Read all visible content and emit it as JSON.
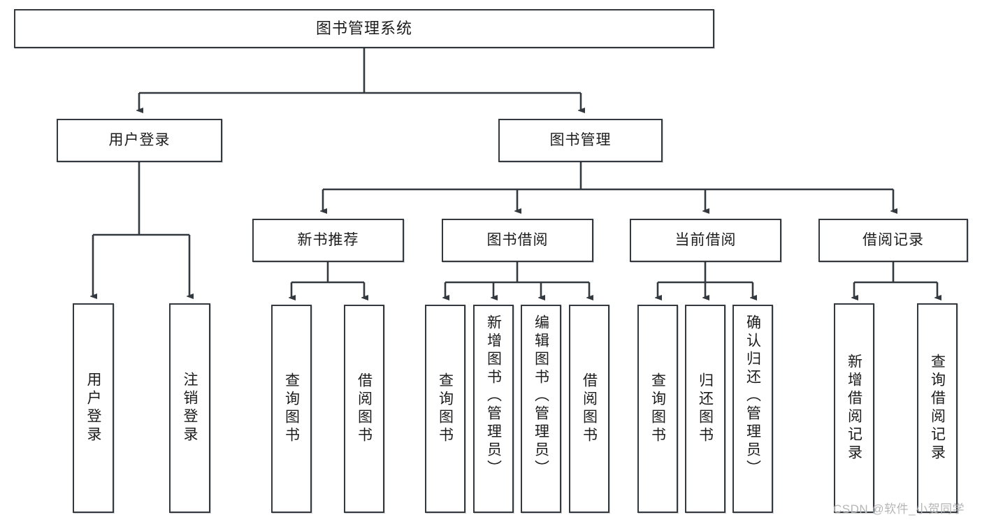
{
  "diagram": {
    "title": "图书管理系统",
    "type": "tree-hierarchy-diagram",
    "root": {
      "label": "图书管理系统"
    },
    "level2": [
      {
        "label": "用户登录"
      },
      {
        "label": "图书管理"
      }
    ],
    "level3": [
      {
        "label": "新书推荐"
      },
      {
        "label": "图书借阅"
      },
      {
        "label": "当前借阅"
      },
      {
        "label": "借阅记录"
      }
    ],
    "leaves": {
      "user_login": [
        {
          "label": "用户登录"
        },
        {
          "label": "注销登录"
        }
      ],
      "new_book_recommend": [
        {
          "label": "查询图书"
        },
        {
          "label": "借阅图书"
        }
      ],
      "book_borrow": [
        {
          "label": "查询图书"
        },
        {
          "label": "新增图书（管理员）"
        },
        {
          "label": "编辑图书（管理员）"
        },
        {
          "label": "借阅图书"
        }
      ],
      "current_borrow": [
        {
          "label": "查询图书"
        },
        {
          "label": "归还图书"
        },
        {
          "label": "确认归还（管理员）"
        }
      ],
      "borrow_record": [
        {
          "label": "新增借阅记录"
        },
        {
          "label": "查询借阅记录"
        }
      ]
    }
  },
  "watermark": {
    "text": "CSDN @软件_小贺同学"
  },
  "colors": {
    "stroke": "#33393f",
    "background": "#ffffff",
    "text": "#1c1c1c",
    "watermark": "#b6b6b6"
  }
}
